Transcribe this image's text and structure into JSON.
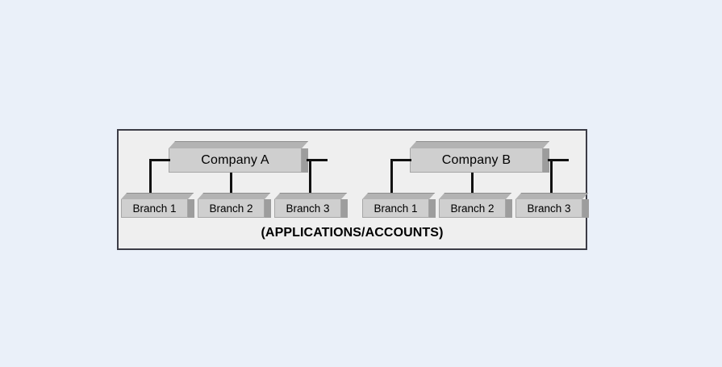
{
  "diagram": {
    "caption": "(APPLICATIONS/ACCOUNTS)",
    "colors": {
      "page_background": "#eaf0f9",
      "panel_background": "#efefef",
      "panel_border": "#3c3c46",
      "box_front_face": "#cfcfcf",
      "box_top_face": "#b3b3b3",
      "box_side_face": "#9d9d9d",
      "connector_line": "#111111"
    },
    "groups": [
      {
        "company": "Company A",
        "branches": [
          {
            "label": "Branch 1"
          },
          {
            "label": "Branch 2"
          },
          {
            "label": "Branch 3"
          }
        ]
      },
      {
        "company": "Company B",
        "branches": [
          {
            "label": "Branch 1"
          },
          {
            "label": "Branch 2"
          },
          {
            "label": "Branch 3"
          }
        ]
      }
    ]
  }
}
